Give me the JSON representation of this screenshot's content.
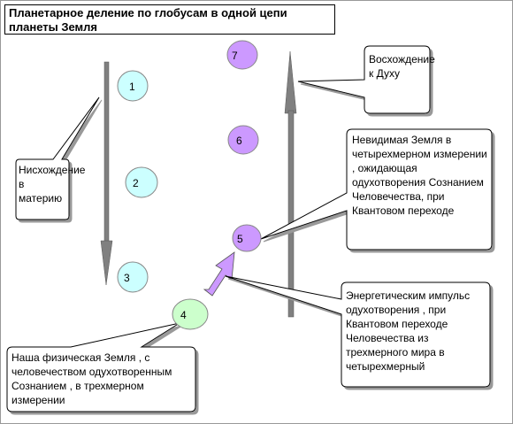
{
  "title": "Планетарное деление по глобусам в одной цепи планеты Земля",
  "globes": [
    {
      "number": "1",
      "state": "descent"
    },
    {
      "number": "2",
      "state": "descent"
    },
    {
      "number": "3",
      "state": "descent"
    },
    {
      "number": "4",
      "state": "physical"
    },
    {
      "number": "5",
      "state": "ascent"
    },
    {
      "number": "6",
      "state": "ascent"
    },
    {
      "number": "7",
      "state": "ascent"
    }
  ],
  "callouts": {
    "descent": "Нисхождение в материю",
    "ascent": "Восхождение к Духу",
    "invisible_earth": "Невидимая Земля в четырехмерном измерении , ожидающая одухотворения Сознанием Человечества, при Квантовом переходе",
    "impulse": "Энергетическим импульс одухотворения , при Квантовом переходе Человечества из трехмерного мира в четырехмерный",
    "physical_earth": "Наша физическая Земля , с человечеством одухотворенным Сознанием , в трехмерном измерении"
  },
  "colors": {
    "descent": "#ccffff",
    "physical": "#ccffcc",
    "ascent": "#cc99ff",
    "arrow": "#808080",
    "impulse_arrow": "#cc99ff"
  }
}
